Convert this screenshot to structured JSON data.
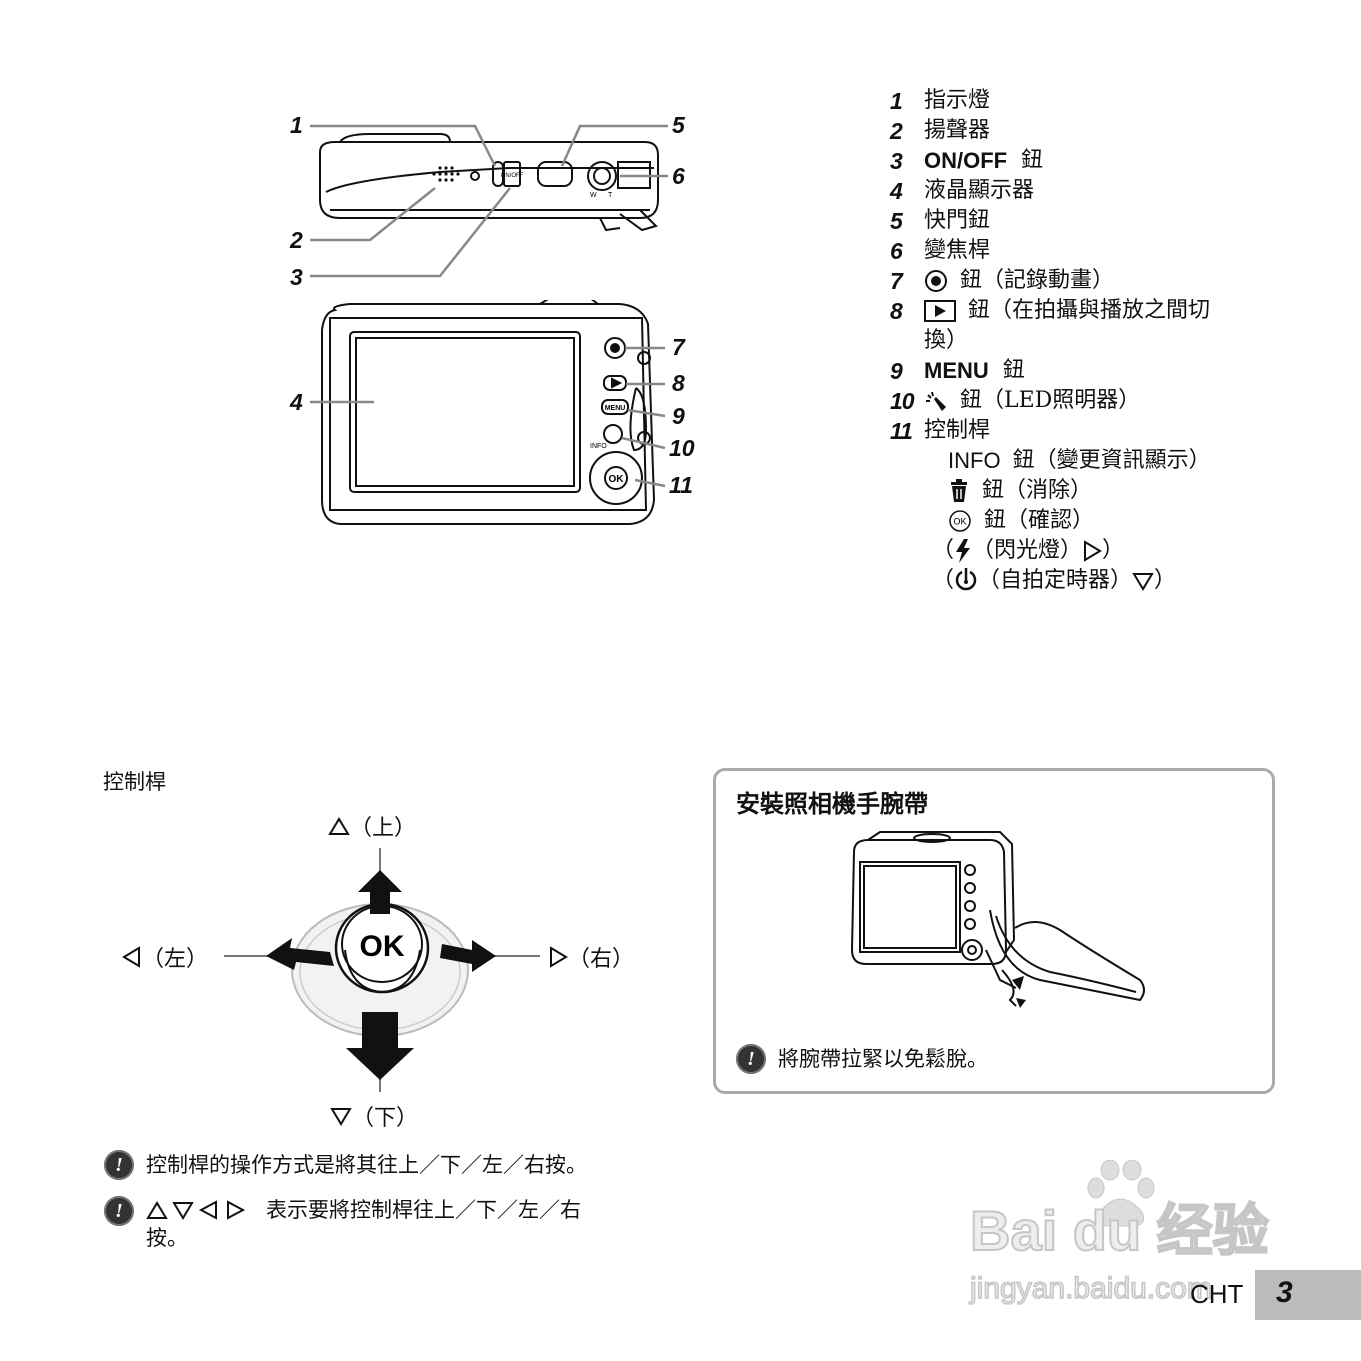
{
  "parts": [
    {
      "num": "1",
      "label": "指示燈"
    },
    {
      "num": "2",
      "label": "揚聲器"
    },
    {
      "num": "3",
      "bold": "ON/OFF",
      "label": "鈕"
    },
    {
      "num": "4",
      "label": "液晶顯示器"
    },
    {
      "num": "5",
      "label": "快門鈕"
    },
    {
      "num": "6",
      "label": "變焦桿"
    },
    {
      "num": "7",
      "icon": "movie-record-icon",
      "label": "鈕（記錄動畫）"
    },
    {
      "num": "8",
      "icon": "playback-icon",
      "label": "鈕（在拍攝與播放之間切",
      "cont": "換）"
    },
    {
      "num": "9",
      "bold": "MENU",
      "label": "鈕"
    },
    {
      "num": "10",
      "icon": "led-illuminator-icon",
      "label": "鈕（LED照明器）"
    },
    {
      "num": "11",
      "label": "控制桿"
    }
  ],
  "sub_items": [
    {
      "bold": "INFO",
      "label": "鈕（變更資訊顯示）"
    },
    {
      "icon": "trash-icon",
      "label": "鈕（消除）"
    },
    {
      "icon": "ok-icon",
      "label": "鈕（確認）"
    },
    {
      "open": "（",
      "icon": "flash-icon",
      "label": "（閃光燈）",
      "icon2": "right-triangle-icon",
      "close": "）"
    },
    {
      "open": "（",
      "icon": "self-timer-icon",
      "label": "（自拍定時器）",
      "icon2": "down-triangle-icon",
      "close": "）"
    }
  ],
  "callouts": [
    "1",
    "2",
    "3",
    "4",
    "5",
    "6",
    "7",
    "8",
    "9",
    "10",
    "11"
  ],
  "camera_labels": {
    "onoff": "ON/OFF",
    "w": "W",
    "t": "T",
    "menu": "MENU",
    "info": "INFO",
    "ok": "OK"
  },
  "control": {
    "heading": "控制桿",
    "up": "（上）",
    "down": "（下）",
    "left": "（左）",
    "right": "（右）",
    "ok": "OK"
  },
  "notes": [
    "控制桿的操作方式是將其往上／下／左／右按。",
    "表示要將控制桿往上／下／左／右",
    "按。"
  ],
  "strap": {
    "title": "安裝照相機手腕帶",
    "note": "將腕帶拉緊以免鬆脫。"
  },
  "footer": {
    "lang": "CHT",
    "page": "3"
  },
  "watermark": {
    "logo": "Bai du 经验",
    "url": "jingyan.baidu.com"
  }
}
